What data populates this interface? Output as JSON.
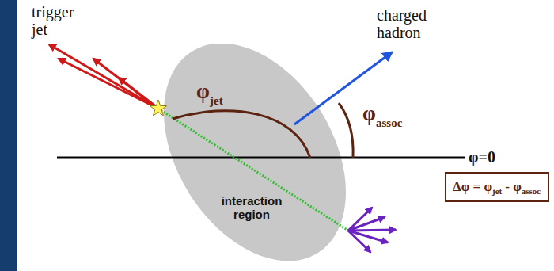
{
  "diagram": {
    "nodes": [
      {
        "text": [
          "interaction region"
        ]
      },
      {
        "text": [
          "Δφ = φ",
          "jet",
          "- φ",
          "assoc"
        ]
      }
    ],
    "labels": [
      "trigger jet",
      "charged hadron",
      "φ",
      "jet",
      "φ",
      "assoc",
      "φ=0"
    ]
  }
}
